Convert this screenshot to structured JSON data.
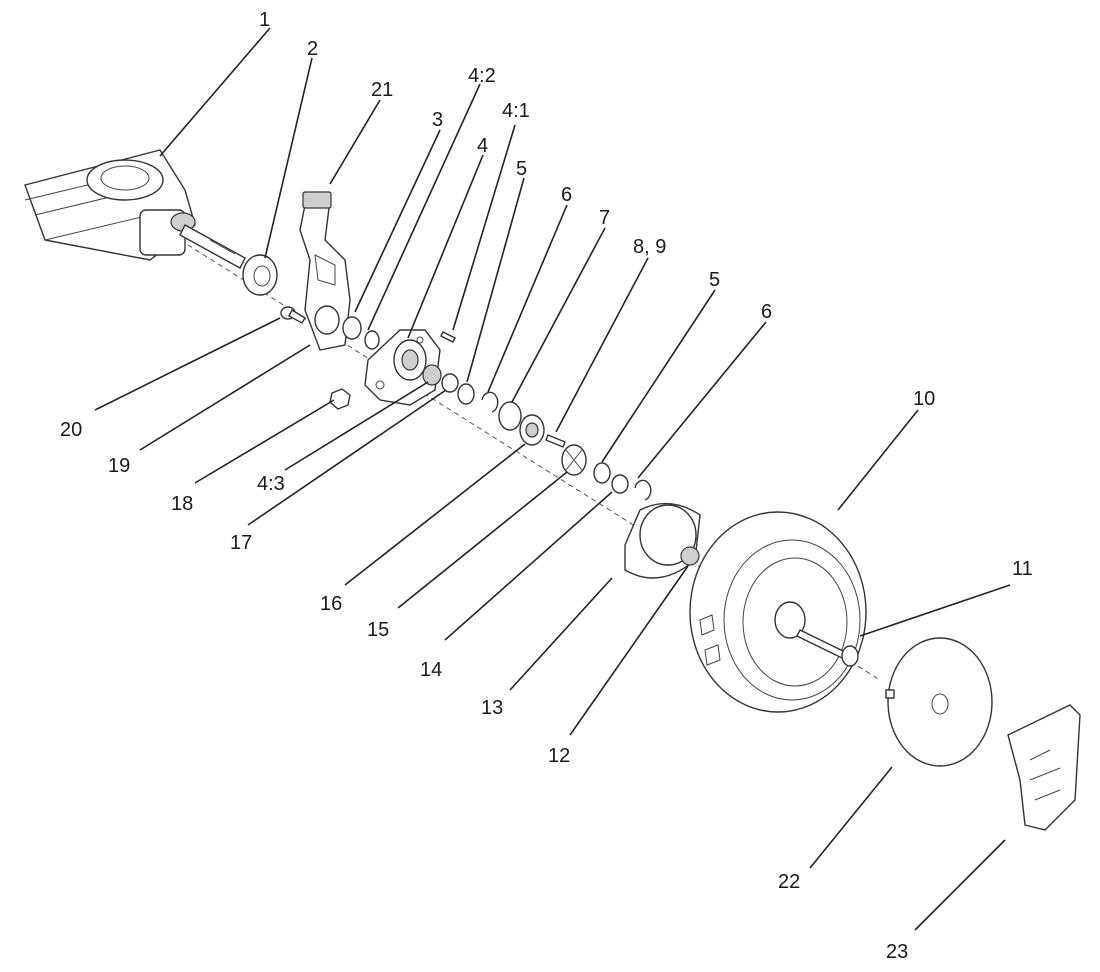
{
  "diagram": {
    "callouts": [
      {
        "id": "c1",
        "label": "1"
      },
      {
        "id": "c2",
        "label": "2"
      },
      {
        "id": "c21",
        "label": "21"
      },
      {
        "id": "c3",
        "label": "3"
      },
      {
        "id": "c42",
        "label": "4:2"
      },
      {
        "id": "c4",
        "label": "4"
      },
      {
        "id": "c41",
        "label": "4:1"
      },
      {
        "id": "c5a",
        "label": "5"
      },
      {
        "id": "c6a",
        "label": "6"
      },
      {
        "id": "c7",
        "label": "7"
      },
      {
        "id": "c89",
        "label": "8, 9"
      },
      {
        "id": "c5b",
        "label": "5"
      },
      {
        "id": "c6b",
        "label": "6"
      },
      {
        "id": "c10",
        "label": "10"
      },
      {
        "id": "c11",
        "label": "11"
      },
      {
        "id": "c20",
        "label": "20"
      },
      {
        "id": "c19",
        "label": "19"
      },
      {
        "id": "c18",
        "label": "18"
      },
      {
        "id": "c43",
        "label": "4:3"
      },
      {
        "id": "c17",
        "label": "17"
      },
      {
        "id": "c16",
        "label": "16"
      },
      {
        "id": "c15",
        "label": "15"
      },
      {
        "id": "c14",
        "label": "14"
      },
      {
        "id": "c13",
        "label": "13"
      },
      {
        "id": "c12",
        "label": "12"
      },
      {
        "id": "c22",
        "label": "22"
      },
      {
        "id": "c23",
        "label": "23"
      }
    ]
  }
}
